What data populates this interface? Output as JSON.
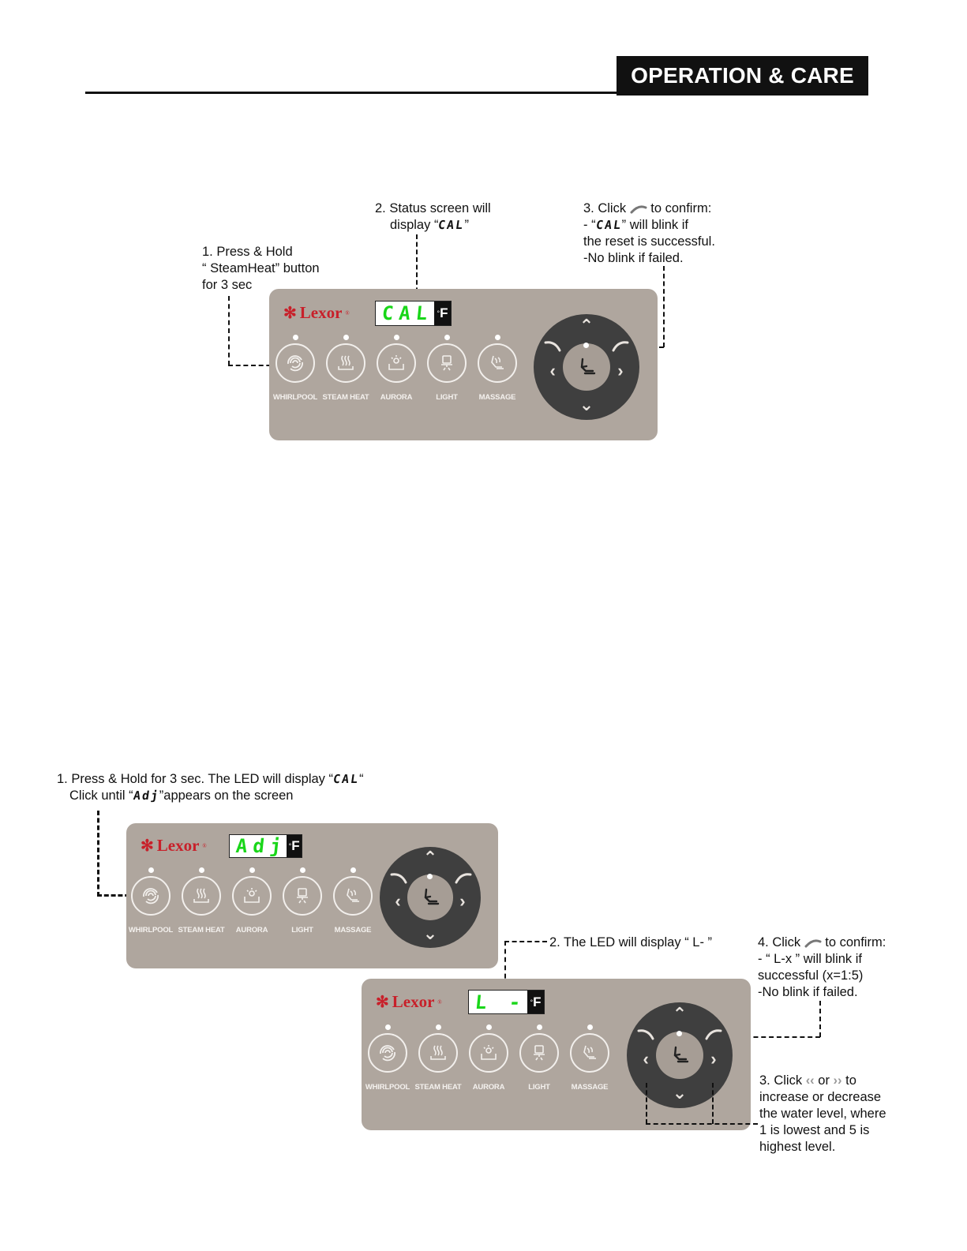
{
  "header": {
    "title": "OPERATION & CARE"
  },
  "section1": {
    "step1": {
      "lines": [
        "1. Press & Hold",
        "“ SteamHeat” button",
        "for 3 sec"
      ]
    },
    "step2": {
      "line1": "2. Status screen will",
      "line2_pre": "display “",
      "line2_code": "CAL",
      "line2_post": "”"
    },
    "step3": {
      "line1_pre": "3. Click ",
      "line1_post": " to confirm:",
      "line2_pre": "- “",
      "line2_code": "CAL",
      "line2_post": "” will blink if",
      "line3": "the reset is successful.",
      "line4": "-No blink if failed."
    },
    "panel": {
      "brand": "Lexor",
      "reg": "®",
      "display": "CAL",
      "unit": "F",
      "degree": "°"
    }
  },
  "section2": {
    "step1": {
      "line1_pre": "1. Press & Hold for 3 sec. The LED will display “",
      "line1_code": "CAL",
      "line1_post": "“",
      "line2_pre": "Click until “",
      "line2_code": "Adj",
      "line2_post": "”appears on the screen"
    },
    "step2": {
      "text": "2. The LED will display “ L-  ”"
    },
    "step3": {
      "line1_pre": "3. Click ",
      "line1_mid": " or ",
      "line1_post": " to",
      "line2": "increase or decrease",
      "line3": "the water level, where",
      "line4": "1 is lowest and 5 is",
      "line5": "highest level."
    },
    "step4": {
      "line1_pre": "4. Click ",
      "line1_post": " to confirm:",
      "line2": "- “ L-x ” will blink if",
      "line3": "successful (x=1:5)",
      "line4": "-No blink if failed."
    },
    "panel_a": {
      "brand": "Lexor",
      "reg": "®",
      "display": "Adj",
      "unit": "F",
      "degree": "°"
    },
    "panel_b": {
      "brand": "Lexor",
      "reg": "®",
      "display": "L -",
      "unit": "F",
      "degree": "°"
    }
  },
  "buttons": [
    {
      "label": "WHIRLPOOL",
      "icon": "whirlpool-icon"
    },
    {
      "label": "STEAM HEAT",
      "icon": "steam-heat-icon"
    },
    {
      "label": "AURORA",
      "icon": "aurora-icon"
    },
    {
      "label": "LIGHT",
      "icon": "light-icon"
    },
    {
      "label": "MASSAGE",
      "icon": "massage-icon"
    }
  ],
  "colors": {
    "panel": "#afa69e",
    "dial": "#3f3f3f",
    "lcd_digits": "#19d619",
    "brand": "#c8202a"
  }
}
